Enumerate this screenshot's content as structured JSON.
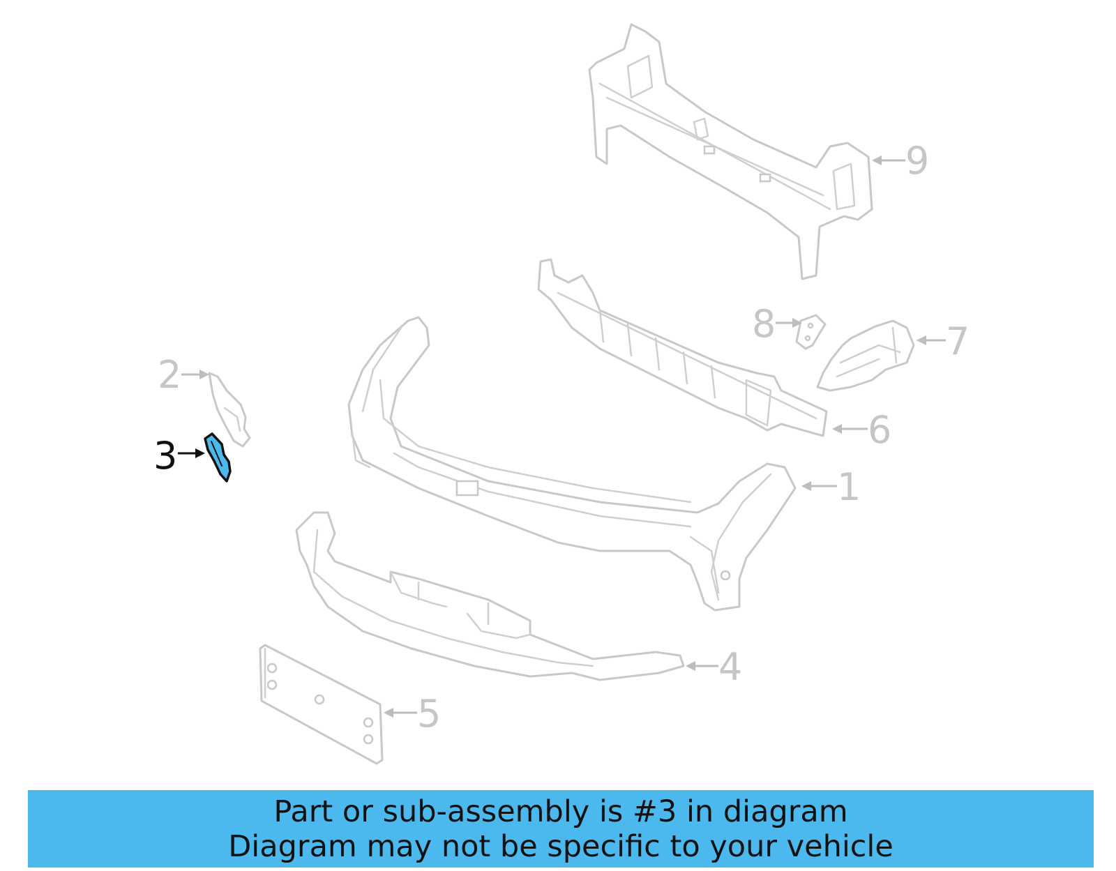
{
  "callouts": {
    "c1": "1",
    "c2": "2",
    "c3": "3",
    "c4": "4",
    "c5": "5",
    "c6": "6",
    "c7": "7",
    "c8": "8",
    "c9": "9"
  },
  "highlighted_part": "3",
  "colors": {
    "highlight": "#4bb8ee",
    "banner": "#4bb8ee",
    "line_art": "#c8c8c8",
    "text_dark": "#111111"
  },
  "banner": {
    "line1": "Part or sub-assembly is #3 in diagram",
    "line2": "Diagram may not be specific to your vehicle"
  }
}
